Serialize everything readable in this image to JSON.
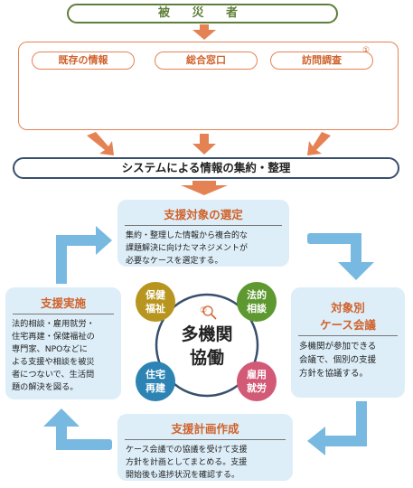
{
  "victim_label": "被 災 者",
  "sources": [
    {
      "label": "既存の情報"
    },
    {
      "label": "総合窓口"
    },
    {
      "label": "訪問調査"
    }
  ],
  "visit_badge": "①",
  "system_label": "システムによる情報の集約・整理",
  "cards": {
    "selection": {
      "title": "支援対象の選定",
      "lines": [
        "集約・整理した情報から複合的な",
        "課題解決に向けたマネジメントが",
        "必要なケースを選定する。"
      ]
    },
    "case_meeting": {
      "title_line1": "対象別",
      "title_line2": "ケース会議",
      "lines": [
        "多機関が参加できる",
        "会議で、個別の支援",
        "方針を協議する。"
      ]
    },
    "plan": {
      "title": "支援計画作成",
      "lines": [
        "ケース会議での協議を受けて支援",
        "方針を計画としてまとめる。支援",
        "開始後も進捗状況を確認する。"
      ]
    },
    "implementation": {
      "title": "支援実施",
      "lines": [
        "法的相談・雇用就労・",
        "住宅再建・保健福祉の",
        "専門家、NPOなどに",
        "よる支援や相談を被災",
        "者につないで、生活問",
        "題の解決を図る。"
      ]
    }
  },
  "agencies": [
    {
      "line1": "保健",
      "line2": "福祉",
      "color": "#b7951f"
    },
    {
      "line1": "法的",
      "line2": "相談",
      "color": "#5d9830"
    },
    {
      "line1": "住宅",
      "line2": "再建",
      "color": "#2c83b4"
    },
    {
      "line1": "雇用",
      "line2": "就労",
      "color": "#d25a77"
    }
  ],
  "center_line1": "多機関",
  "center_line2": "協働",
  "center_badge": "②",
  "colors": {
    "orange": "#e58254",
    "blue_arrow": "#78b9e2",
    "card_bg": "#ddeef8",
    "green": "#5e7f3b",
    "navy": "#384f6e"
  }
}
